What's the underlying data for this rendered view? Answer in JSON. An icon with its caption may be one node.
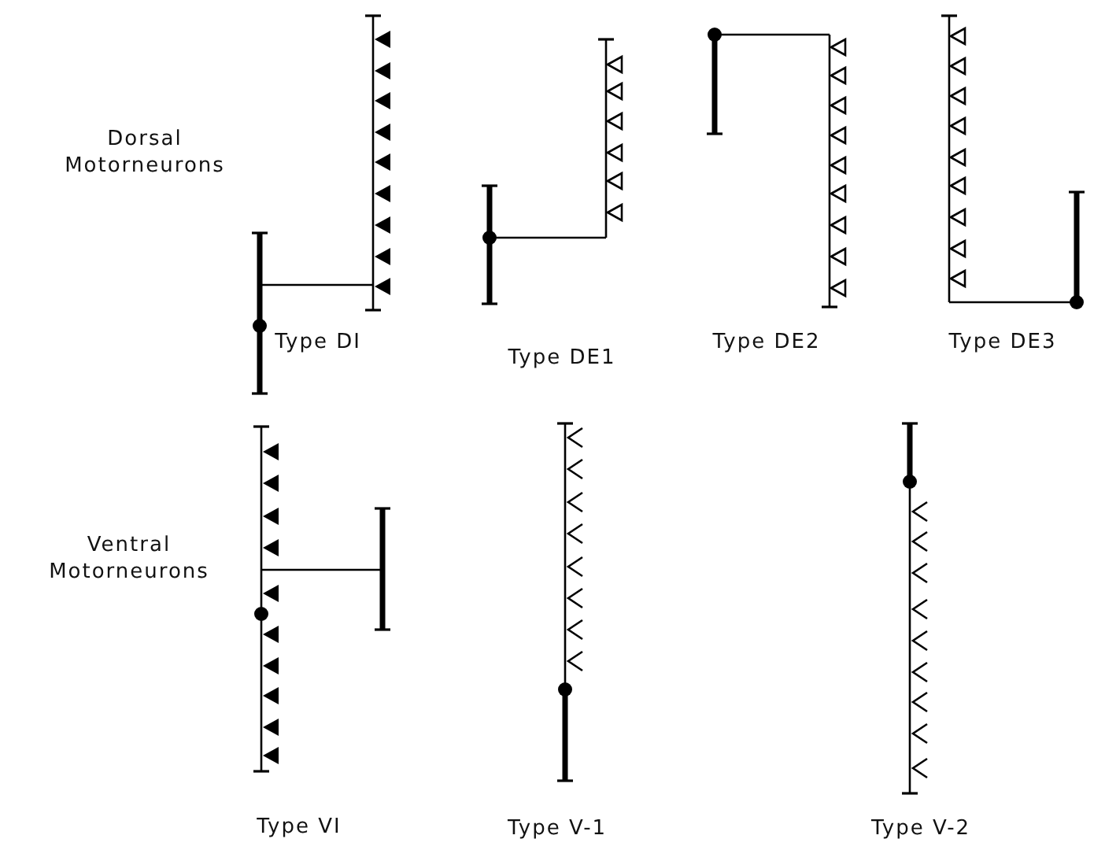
{
  "diagram": {
    "labels": [
      "Dorsal Motorneurons",
      "Type DI",
      "Type DE1",
      "Type DE2",
      "Type DE3",
      "Ventral Motorneurons",
      "Type VI",
      "Type V-1",
      "Type V-2"
    ]
  }
}
